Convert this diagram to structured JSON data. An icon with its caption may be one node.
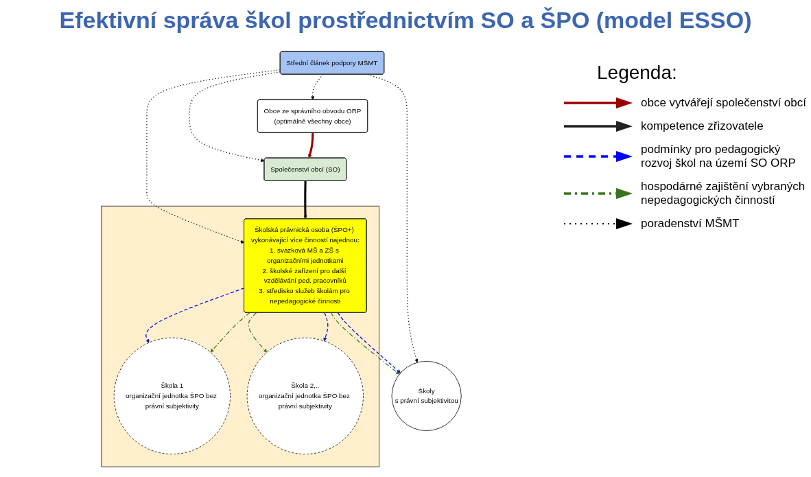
{
  "diagram": {
    "title": "Efektivní správa škol prostřednictvím SO a ŠPO (model ESSO)",
    "nodes": [
      {
        "text": [
          "Střední článek podpory MŠMT"
        ]
      },
      {
        "text": [],
        "shape": "box"
      },
      {
        "text": [
          "Škola 1",
          "organizační jednotka ŠPO bez právní subjektivity"
        ],
        "in": 1
      },
      {
        "text": [
          "Škola 2,..",
          "organizační jednotka ŠPO bez právní subjektivity"
        ],
        "in": 1
      },
      {
        "text": [
          "Školy",
          "s právní subjektivitou"
        ]
      },
      {
        "text": [
          "Školská právnická osoba (ŠPO+) vykonávající více činností najednou:",
          "1. svazková MŠ a ZŠ s organizačními jednotkami",
          "2. školské zařízení pro další vzdělávání ped. pracovníků",
          "3. středisko služeb školám pro nepedagogické činnosti"
        ],
        "in": 1
      },
      {
        "text": [
          "Společenství obcí (SO)"
        ]
      },
      {
        "text": [
          "Obce ze správního obvodu ORP",
          "(optimálně všechny obce)"
        ]
      }
    ],
    "edges": [
      {
        "from": 0,
        "to": 4,
        "arrow": "to",
        "style": "dashed"
      },
      {
        "from": 0,
        "to": 5,
        "arrow": "to",
        "style": "dashed"
      },
      {
        "from": 0,
        "to": 6,
        "arrow": "to",
        "style": "dashed"
      },
      {
        "from": 0,
        "to": 7,
        "arrow": "to",
        "style": "dashed"
      },
      {
        "from": 5,
        "to": 2,
        "arrow": "to",
        "style": "dashed",
        "color": "#0000ff"
      },
      {
        "from": 5,
        "to": 2,
        "arrow": "to",
        "style": "dashed",
        "color": "#38761d"
      },
      {
        "from": 5,
        "to": 3,
        "arrow": "to",
        "style": "dashed",
        "color": "#38761d"
      },
      {
        "from": 5,
        "to": 3,
        "arrow": "to",
        "style": "dashed",
        "color": "#0000ff"
      },
      {
        "from": 5,
        "to": 4,
        "arrow": "to",
        "style": "dashed",
        "color": "#38761d"
      },
      {
        "from": 5,
        "to": 4,
        "arrow": "to",
        "style": "dashed",
        "color": "#0000ff"
      },
      {
        "from": 7,
        "to": 6,
        "arrow": "to",
        "style": "thick",
        "color": "#990000"
      },
      {
        "from": 6,
        "to": 5,
        "arrow": "to",
        "style": "thick"
      }
    ],
    "labels": [
      "Legenda:"
    ],
    "legend": [
      {
        "text": "obce vytvářejí společenství obcí"
      },
      {
        "text": "kompetence zřizovatele"
      },
      {
        "text": "podmínky pro pedagogický rozvoj škol na území SO ORP"
      },
      {
        "text": "hospodárné zajištění vybraných nepedagogických činností"
      },
      {
        "text": "poradenství MŠMT"
      }
    ]
  }
}
